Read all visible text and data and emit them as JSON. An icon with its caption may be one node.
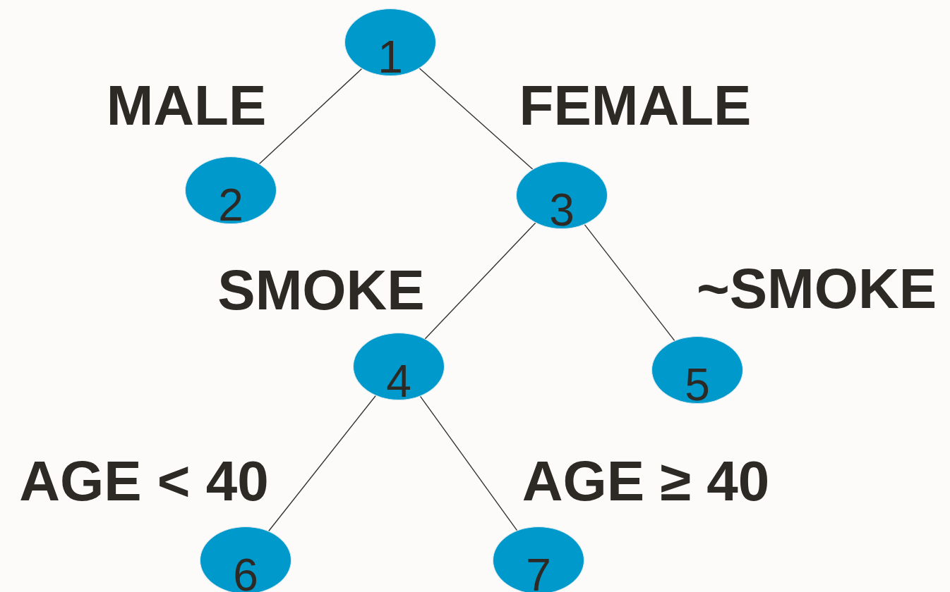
{
  "diagram": {
    "nodes": [
      {
        "text": [
          "1"
        ]
      },
      {
        "text": [
          "2"
        ]
      },
      {
        "text": [
          "3"
        ]
      },
      {
        "text": [
          "4"
        ]
      },
      {
        "text": [
          "5"
        ]
      },
      {
        "text": [
          "6"
        ]
      },
      {
        "text": [
          "7"
        ]
      }
    ],
    "edges": [
      {
        "from": 0,
        "to": 1,
        "arrow": "none",
        "label": "MALE"
      },
      {
        "from": 0,
        "to": 2,
        "arrow": "none",
        "label": "FEMALE"
      },
      {
        "from": 2,
        "to": 3,
        "arrow": "none",
        "label": "SMOKE"
      },
      {
        "from": 2,
        "to": 4,
        "arrow": "none",
        "label": "~SMOKE"
      },
      {
        "from": 3,
        "to": 5,
        "arrow": "none",
        "label": "AGE < 40"
      },
      {
        "from": 3,
        "to": 6,
        "arrow": "none",
        "label": "AGE ≥ 40"
      }
    ]
  }
}
